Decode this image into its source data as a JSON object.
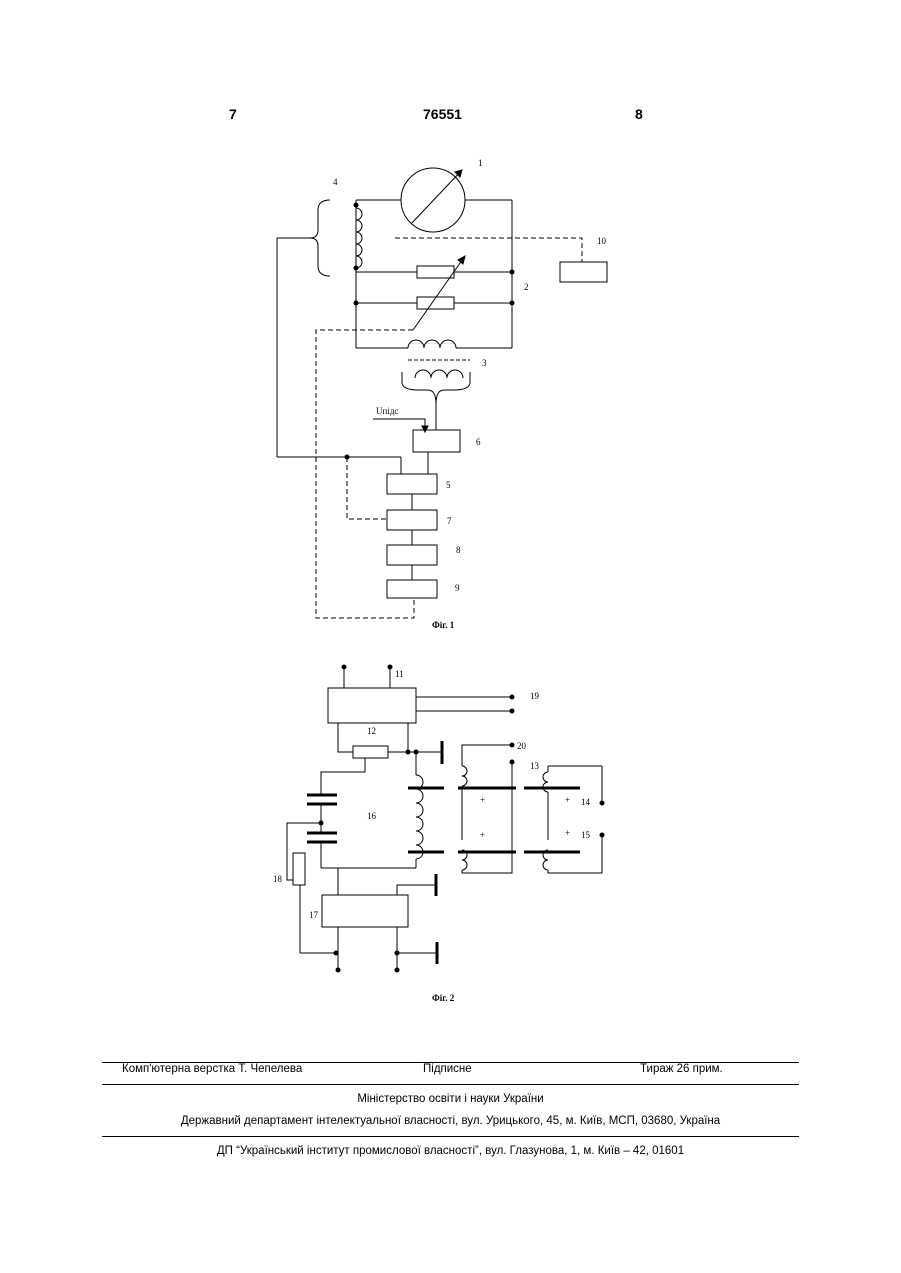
{
  "header": {
    "page_left": "7",
    "patent_number": "76551",
    "page_right": "8"
  },
  "fig1": {
    "labels": [
      "1",
      "2",
      "3",
      "4",
      "5",
      "6",
      "7",
      "8",
      "9",
      "10"
    ],
    "voltage_label": "Uпідс",
    "caption": "Фіг. 1"
  },
  "fig2": {
    "labels": [
      "11",
      "12",
      "13",
      "14",
      "15",
      "16",
      "17",
      "18",
      "19",
      "20"
    ],
    "plus": "+",
    "caption": "Фіг. 2"
  },
  "footer": {
    "typesetting": "Комп'ютерна верстка Т. Чепелева",
    "signed": "Підписне",
    "circulation": "Тираж 26 прим.",
    "ministry": "Міністерство освіти і науки України",
    "department": "Державний департамент інтелектуальної власності, вул. Урицького, 45, м. Київ, МСП, 03680, Україна",
    "institute": "ДП “Український інститут промислової власності”, вул. Глазунова, 1, м. Київ – 42, 01601"
  }
}
